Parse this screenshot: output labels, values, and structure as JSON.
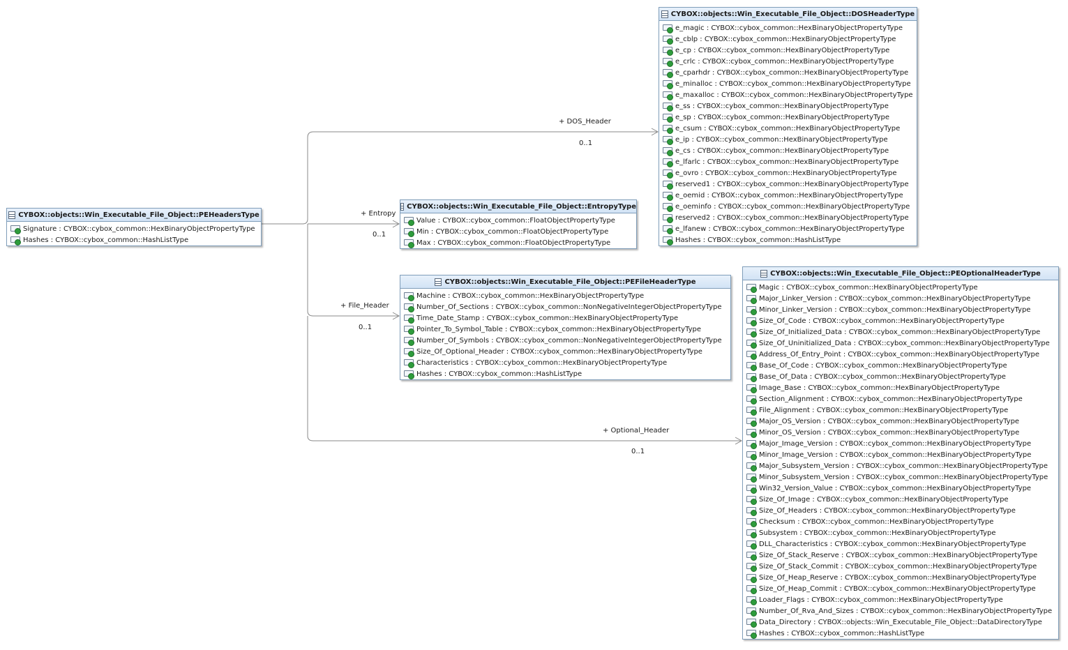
{
  "classes": [
    {
      "id": "pe_headers",
      "title": "CYBOX::objects::Win_Executable_File_Object::PEHeadersType",
      "attributes": [
        "Signature : CYBOX::cybox_common::HexBinaryObjectPropertyType",
        "Hashes : CYBOX::cybox_common::HashListType"
      ]
    },
    {
      "id": "dos_header",
      "title": "CYBOX::objects::Win_Executable_File_Object::DOSHeaderType",
      "attributes": [
        "e_magic : CYBOX::cybox_common::HexBinaryObjectPropertyType",
        "e_cblp : CYBOX::cybox_common::HexBinaryObjectPropertyType",
        "e_cp : CYBOX::cybox_common::HexBinaryObjectPropertyType",
        "e_crlc : CYBOX::cybox_common::HexBinaryObjectPropertyType",
        "e_cparhdr : CYBOX::cybox_common::HexBinaryObjectPropertyType",
        "e_minalloc : CYBOX::cybox_common::HexBinaryObjectPropertyType",
        "e_maxalloc : CYBOX::cybox_common::HexBinaryObjectPropertyType",
        "e_ss : CYBOX::cybox_common::HexBinaryObjectPropertyType",
        "e_sp : CYBOX::cybox_common::HexBinaryObjectPropertyType",
        "e_csum : CYBOX::cybox_common::HexBinaryObjectPropertyType",
        "e_ip : CYBOX::cybox_common::HexBinaryObjectPropertyType",
        "e_cs : CYBOX::cybox_common::HexBinaryObjectPropertyType",
        "e_lfarlc : CYBOX::cybox_common::HexBinaryObjectPropertyType",
        "e_ovro : CYBOX::cybox_common::HexBinaryObjectPropertyType",
        "reserved1 : CYBOX::cybox_common::HexBinaryObjectPropertyType",
        "e_oemid : CYBOX::cybox_common::HexBinaryObjectPropertyType",
        "e_oeminfo : CYBOX::cybox_common::HexBinaryObjectPropertyType",
        "reserved2 : CYBOX::cybox_common::HexBinaryObjectPropertyType",
        "e_lfanew : CYBOX::cybox_common::HexBinaryObjectPropertyType",
        "Hashes : CYBOX::cybox_common::HashListType"
      ]
    },
    {
      "id": "entropy",
      "title": "CYBOX::objects::Win_Executable_File_Object::EntropyType",
      "attributes": [
        "Value : CYBOX::cybox_common::FloatObjectPropertyType",
        "Min : CYBOX::cybox_common::FloatObjectPropertyType",
        "Max : CYBOX::cybox_common::FloatObjectPropertyType"
      ]
    },
    {
      "id": "pe_file_header",
      "title": "CYBOX::objects::Win_Executable_File_Object::PEFileHeaderType",
      "attributes": [
        "Machine : CYBOX::cybox_common::HexBinaryObjectPropertyType",
        "Number_Of_Sections : CYBOX::cybox_common::NonNegativeIntegerObjectPropertyType",
        "Time_Date_Stamp : CYBOX::cybox_common::HexBinaryObjectPropertyType",
        "Pointer_To_Symbol_Table : CYBOX::cybox_common::HexBinaryObjectPropertyType",
        "Number_Of_Symbols : CYBOX::cybox_common::NonNegativeIntegerObjectPropertyType",
        "Size_Of_Optional_Header : CYBOX::cybox_common::HexBinaryObjectPropertyType",
        "Characteristics : CYBOX::cybox_common::HexBinaryObjectPropertyType",
        "Hashes : CYBOX::cybox_common::HashListType"
      ]
    },
    {
      "id": "pe_optional_header",
      "title": "CYBOX::objects::Win_Executable_File_Object::PEOptionalHeaderType",
      "attributes": [
        "Magic : CYBOX::cybox_common::HexBinaryObjectPropertyType",
        "Major_Linker_Version : CYBOX::cybox_common::HexBinaryObjectPropertyType",
        "Minor_Linker_Version : CYBOX::cybox_common::HexBinaryObjectPropertyType",
        "Size_Of_Code : CYBOX::cybox_common::HexBinaryObjectPropertyType",
        "Size_Of_Initialized_Data : CYBOX::cybox_common::HexBinaryObjectPropertyType",
        "Size_Of_Uninitialized_Data : CYBOX::cybox_common::HexBinaryObjectPropertyType",
        "Address_Of_Entry_Point : CYBOX::cybox_common::HexBinaryObjectPropertyType",
        "Base_Of_Code : CYBOX::cybox_common::HexBinaryObjectPropertyType",
        "Base_Of_Data : CYBOX::cybox_common::HexBinaryObjectPropertyType",
        "Image_Base : CYBOX::cybox_common::HexBinaryObjectPropertyType",
        "Section_Alignment : CYBOX::cybox_common::HexBinaryObjectPropertyType",
        "File_Alignment : CYBOX::cybox_common::HexBinaryObjectPropertyType",
        "Major_OS_Version : CYBOX::cybox_common::HexBinaryObjectPropertyType",
        "Minor_OS_Version : CYBOX::cybox_common::HexBinaryObjectPropertyType",
        "Major_Image_Version : CYBOX::cybox_common::HexBinaryObjectPropertyType",
        "Minor_Image_Version : CYBOX::cybox_common::HexBinaryObjectPropertyType",
        "Major_Subsystem_Version : CYBOX::cybox_common::HexBinaryObjectPropertyType",
        "Minor_Subsystem_Version : CYBOX::cybox_common::HexBinaryObjectPropertyType",
        "Win32_Version_Value : CYBOX::cybox_common::HexBinaryObjectPropertyType",
        "Size_Of_Image : CYBOX::cybox_common::HexBinaryObjectPropertyType",
        "Size_Of_Headers : CYBOX::cybox_common::HexBinaryObjectPropertyType",
        "Checksum : CYBOX::cybox_common::HexBinaryObjectPropertyType",
        "Subsystem : CYBOX::cybox_common::HexBinaryObjectPropertyType",
        "DLL_Characteristics : CYBOX::cybox_common::HexBinaryObjectPropertyType",
        "Size_Of_Stack_Reserve : CYBOX::cybox_common::HexBinaryObjectPropertyType",
        "Size_Of_Stack_Commit : CYBOX::cybox_common::HexBinaryObjectPropertyType",
        "Size_Of_Heap_Reserve : CYBOX::cybox_common::HexBinaryObjectPropertyType",
        "Size_Of_Heap_Commit : CYBOX::cybox_common::HexBinaryObjectPropertyType",
        "Loader_Flags : CYBOX::cybox_common::HexBinaryObjectPropertyType",
        "Number_Of_Rva_And_Sizes : CYBOX::cybox_common::HexBinaryObjectPropertyType",
        "Data_Directory : CYBOX::objects::Win_Executable_File_Object::DataDirectoryType",
        "Hashes : CYBOX::cybox_common::HashListType"
      ]
    }
  ],
  "associations": [
    {
      "id": "dos",
      "role": "+ DOS_Header",
      "multiplicity": "0..1",
      "target": "dos_header"
    },
    {
      "id": "entropy",
      "role": "+ Entropy",
      "multiplicity": "0..1",
      "target": "entropy"
    },
    {
      "id": "file",
      "role": "+ File_Header",
      "multiplicity": "0..1",
      "target": "pe_file_header"
    },
    {
      "id": "optional",
      "role": "+ Optional_Header",
      "multiplicity": "0..1",
      "target": "pe_optional_header"
    }
  ],
  "colors": {
    "border": "#7f9db9",
    "line": "#888888",
    "attr_dot": "#2e9c3c"
  },
  "icons": {
    "class": "class-icon",
    "attribute": "attribute-icon"
  }
}
